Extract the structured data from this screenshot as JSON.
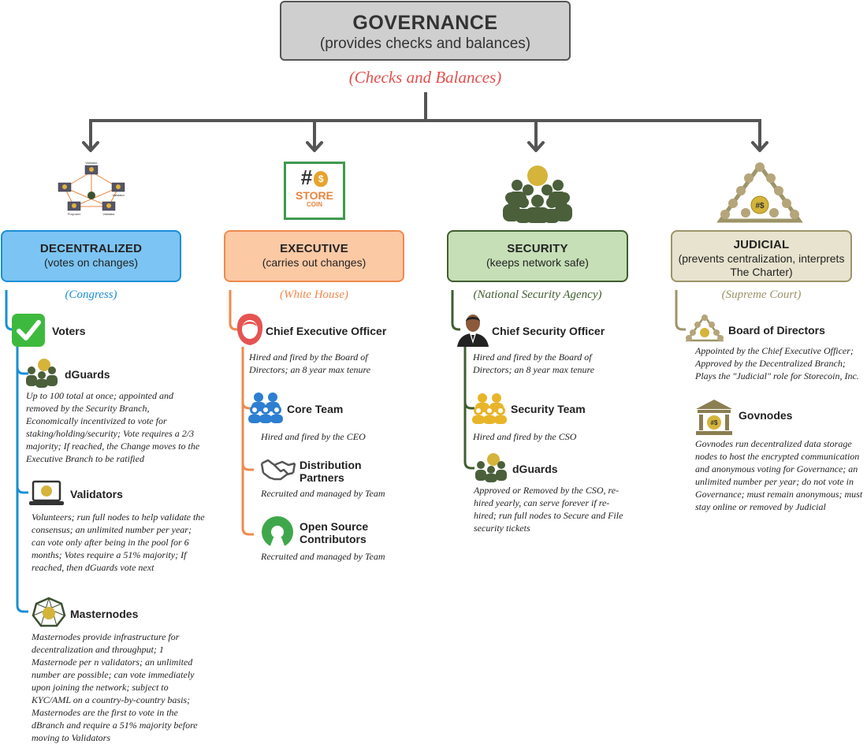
{
  "root": {
    "title": "GOVERNANCE",
    "subtitle": "(provides checks and balances)",
    "checks": "(Checks and Balances)"
  },
  "logo": {
    "line1": "STORE",
    "line2": "COIN"
  },
  "network": {
    "validator_top": "Validator",
    "validator_right": "Validator",
    "proposer": "Proposer",
    "validator_bottom": "Validator"
  },
  "colors": {
    "decentralized": "#1a8fd6",
    "executive": "#ee8a4e",
    "security": "#3f5e2f",
    "judicial": "#9d9468"
  },
  "branches": [
    {
      "title": "DECENTRALIZED",
      "desc": "(votes on changes)",
      "alias": "(Congress)",
      "items": [
        {
          "label": "Voters",
          "icon": "check-icon",
          "desc": ""
        },
        {
          "label": "dGuards",
          "icon": "guards-group-icon",
          "desc": "Up to 100 total at once; appointed and removed by the Security Branch, Economically incentivized to vote for staking/holding/security; Vote requires a 2/3 majority; If reached, the Change moves to the Executive Branch to be ratified"
        },
        {
          "label": "Validators",
          "icon": "laptop-icon",
          "desc": "Volunteers; run full nodes to help validate the consensus; an unlimited number per year; can vote only after being in the pool for 6 months; Votes require a 51% majority; If reached, then dGuards vote next"
        },
        {
          "label": "Masternodes",
          "icon": "masternode-icon",
          "desc": "Masternodes provide infrastructure for decentralization and throughput; 1 Masternode per n validators; an unlimited number are possible; can vote immediately upon joining the network; subject to KYC/AML on a country-by-country basis; Masternodes are the first to vote in the dBranch and require a 51% majority before moving to Validators"
        }
      ]
    },
    {
      "title": "EXECUTIVE",
      "desc": "(carries out changes)",
      "alias": "(White House)",
      "items": [
        {
          "label": "Chief Executive Officer",
          "icon": "ceo-icon",
          "desc": "Hired and fired by the Board of Directors; an 8 year max tenure"
        },
        {
          "label": "Core Team",
          "icon": "team-icon",
          "desc": "Hired and fired by the CEO"
        },
        {
          "label": "Distribution Partners",
          "icon": "handshake-icon",
          "desc": "Recruited and managed by Team"
        },
        {
          "label": "Open Source Contributors",
          "icon": "open-source-icon",
          "desc": "Recruited and managed by Team"
        }
      ]
    },
    {
      "title": "SECURITY",
      "desc": "(keeps network safe)",
      "alias": "(National Security Agency)",
      "items": [
        {
          "label": "Chief Security Officer",
          "icon": "cso-icon",
          "desc": "Hired and fired by the Board of Directors; an 8 year max tenure"
        },
        {
          "label": "Security Team",
          "icon": "security-team-icon",
          "desc": "Hired and fired by the CSO"
        },
        {
          "label": "dGuards",
          "icon": "guards-group-icon",
          "desc": "Approved or Removed by the CSO, re-hired yearly, can serve forever if re-hired; run full nodes to Secure and File security tickets"
        }
      ]
    },
    {
      "title": "JUDICIAL",
      "desc": "(prevents centralization, interprets The Charter)",
      "alias": "(Supreme Court)",
      "items": [
        {
          "label": "Board of Directors",
          "icon": "board-icon",
          "desc": "Appointed by the Chief Executive Officer; Approved by the Decentralized Branch; Plays the \"Judicial\" role for Storecoin, Inc."
        },
        {
          "label": "Govnodes",
          "icon": "govnode-icon",
          "desc": "Govnodes run decentralized data storage nodes to host the encrypted communication and anonymous voting for Governance; an unlimited number per year; do not vote in Governance; must remain anonymous; must stay online or removed by Judicial"
        }
      ]
    }
  ]
}
